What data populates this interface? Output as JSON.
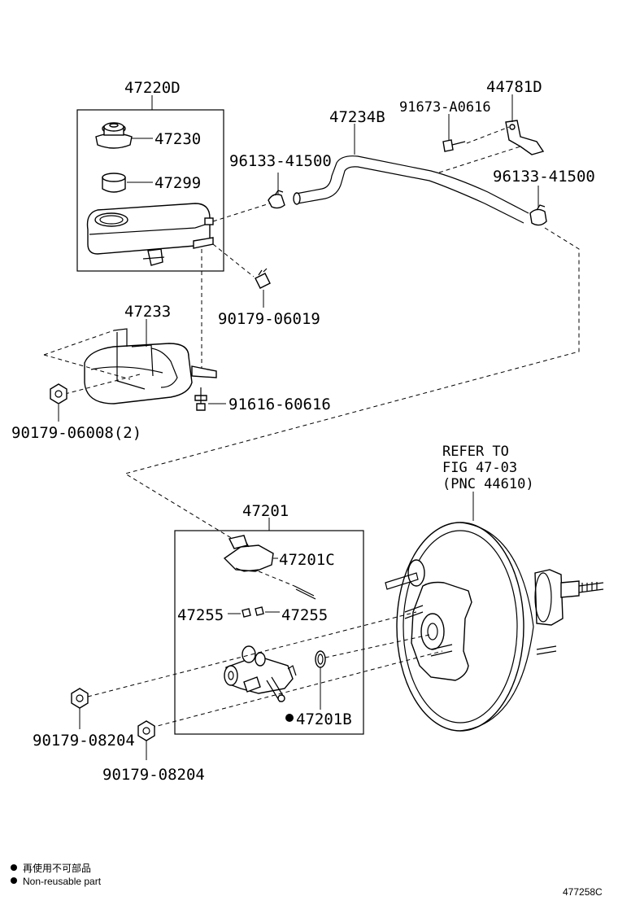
{
  "parts": {
    "p47220D": "47220D",
    "p47230": "47230",
    "p47299": "47299",
    "p47234B": "47234B",
    "p44781D": "44781D",
    "p91673": "91673-A0616",
    "p96133_left": "96133-41500",
    "p96133_right": "96133-41500",
    "p90179_06019": "90179-06019",
    "p47233": "47233",
    "p91616": "91616-60616",
    "p90179_06008": "90179-06008(2)",
    "p47201": "47201",
    "p47201C": "47201C",
    "p47255_left": "47255",
    "p47255_right": "47255",
    "p47201B": "47201B",
    "p90179_08204_a": "90179-08204",
    "p90179_08204_b": "90179-08204"
  },
  "refer": {
    "line1": "REFER TO",
    "line2": "FIG 47-03",
    "line3": "(PNC 44610)"
  },
  "legend": {
    "jp": "再使用不可部品",
    "en": "Non-reusable part"
  },
  "figure_id": "477258C"
}
